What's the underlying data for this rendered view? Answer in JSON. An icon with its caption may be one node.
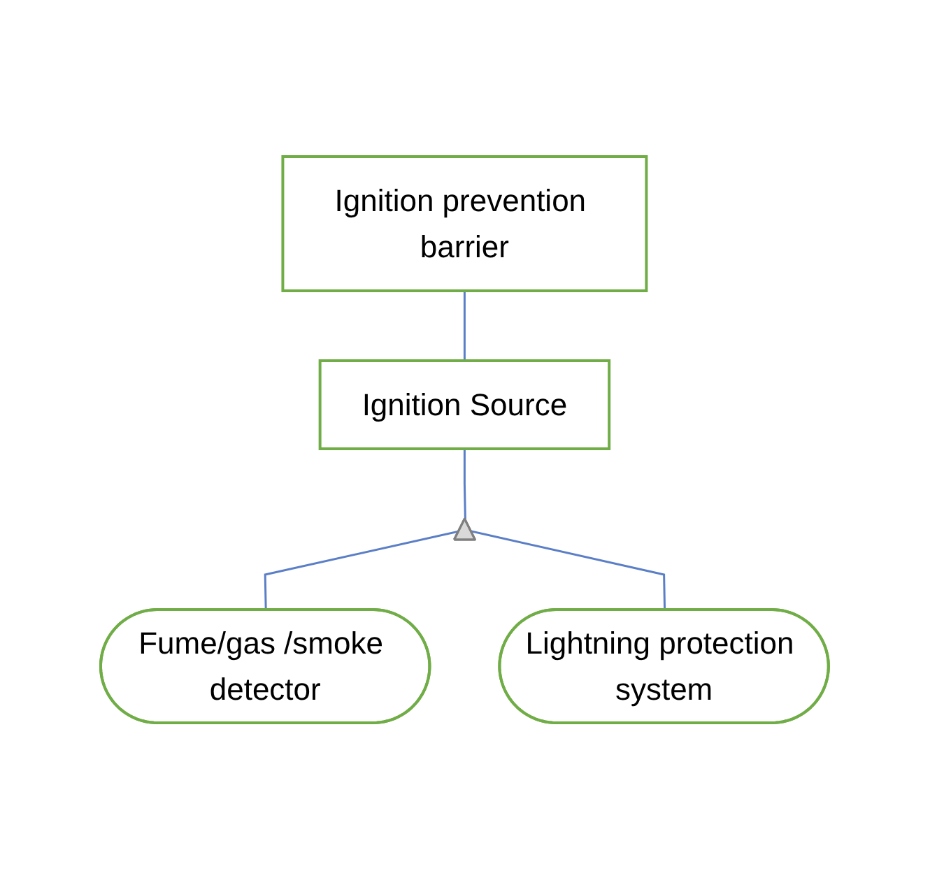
{
  "diagram": {
    "nodes": [
      {
        "text": [
          "Ignition prevention barrier"
        ]
      },
      {
        "text": [
          "Ignition Source"
        ]
      },
      {
        "text": [],
        "shape": "gate"
      },
      {
        "text": [
          "Fume/gas /smoke detector"
        ]
      },
      {
        "text": [
          "Lightning protection system"
        ]
      }
    ],
    "edges": [
      {
        "from": 0,
        "to": 1,
        "arrow": "none"
      },
      {
        "from": 1,
        "to": 2,
        "arrow": "none"
      },
      {
        "from": 2,
        "to": 3,
        "arrow": "none"
      },
      {
        "from": 2,
        "to": 4,
        "arrow": "none"
      }
    ]
  }
}
